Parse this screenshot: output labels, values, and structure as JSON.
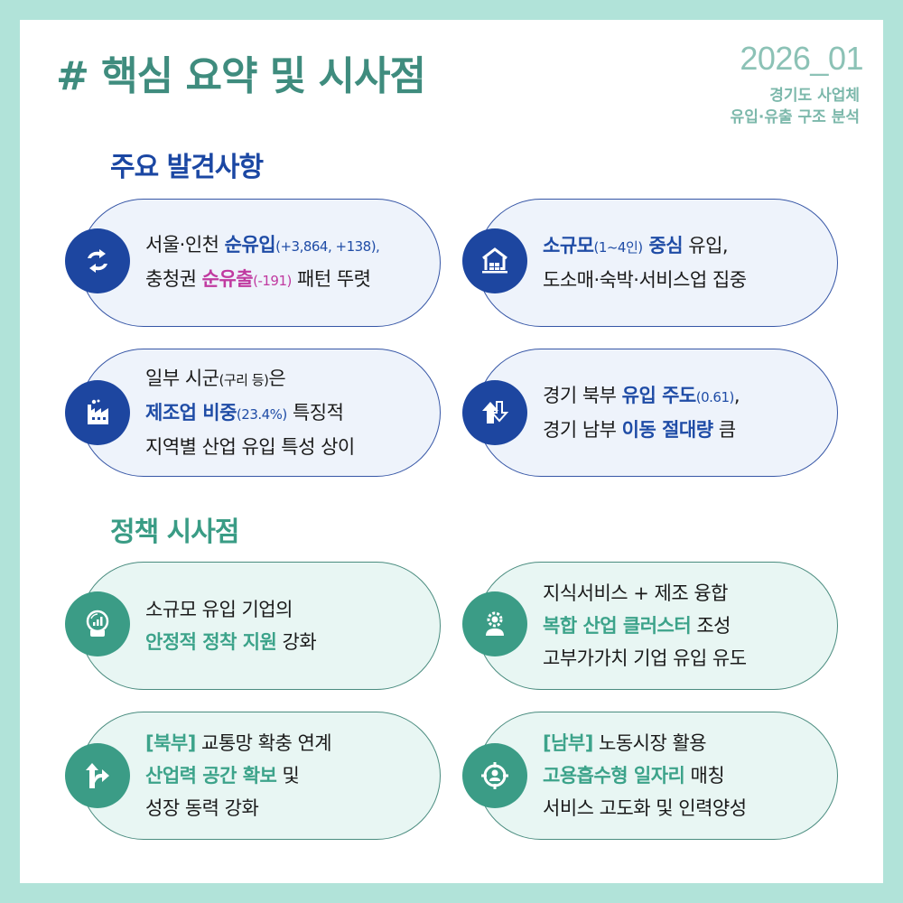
{
  "header": {
    "title": "# 핵심 요약 및 시사점",
    "code": "2026_01",
    "subtitle_line1": "경기도 사업체",
    "subtitle_line2": "유입·유출 구조 분석"
  },
  "findings": {
    "title": "주요 발견사항",
    "items": [
      {
        "icon": "exchange-arrows-icon",
        "lines": [
          [
            {
              "t": "서울·인천 ",
              "s": "n"
            },
            {
              "t": "순유입",
              "s": "blue"
            },
            {
              "t": "(+3,864, +138),",
              "s": "small-blue"
            }
          ],
          [
            {
              "t": "충청권 ",
              "s": "n"
            },
            {
              "t": "순유출",
              "s": "pink"
            },
            {
              "t": "(-191)",
              "s": "small-pink"
            },
            {
              "t": " 패턴 뚜렷",
              "s": "n"
            }
          ]
        ],
        "l1a": "서울·인천 ",
        "l1b": "순유입",
        "l1c": "(+3,864, +138),",
        "l2a": "충청권 ",
        "l2b": "순유출",
        "l2c": "(-191)",
        "l2d": " 패턴 뚜렷"
      },
      {
        "icon": "warehouse-icon",
        "l1a": "소규모",
        "l1b": "(1~4인)",
        "l1c": " 중심",
        "l1d": " 유입,",
        "l2a": "도소매·숙박·서비스업 집중"
      },
      {
        "icon": "factory-icon",
        "l1a": "일부 시군",
        "l1b": "(구리 등)",
        "l1c": "은",
        "l2a": "제조업 비중",
        "l2b": "(23.4%)",
        "l2c": " 특징적",
        "l3a": "지역별 산업 유입 특성 상이"
      },
      {
        "icon": "up-down-arrows-icon",
        "l1a": "경기 북부 ",
        "l1b": "유입 주도",
        "l1c": "(0.61)",
        "l1d": ",",
        "l2a": "경기 남부 ",
        "l2b": "이동 절대량",
        "l2c": " 큼"
      }
    ]
  },
  "policy": {
    "title": "정책 시사점",
    "items": [
      {
        "icon": "growth-globe-icon",
        "l1a": "소규모 유입 기업의",
        "l2a": "안정적 정착 지원",
        "l2b": " 강화"
      },
      {
        "icon": "gear-person-icon",
        "l1a": "지식서비스 + 제조 융합",
        "l2a": "복합 산업 클러스터",
        "l2b": " 조성",
        "l3a": "고부가가치 기업 유입 유도"
      },
      {
        "icon": "route-split-arrow-icon",
        "l1a": "[북부]",
        "l1b": " 교통망 확충 연계",
        "l2a": "산업력 공간 확보",
        "l2b": " 및",
        "l3a": "성장 동력 강화"
      },
      {
        "icon": "target-person-icon",
        "l1a": "[남부]",
        "l1b": " 노동시장 활용",
        "l2a": "고용흡수형 일자리",
        "l2b": " 매칭",
        "l3a": "서비스 고도화 및 인력양성"
      }
    ]
  },
  "colors": {
    "frame": "#b1e3d9",
    "title_green": "#3f8c7e",
    "accent_blue": "#1d46a0",
    "accent_green": "#3b9c86",
    "accent_pink": "#c03aa0"
  }
}
